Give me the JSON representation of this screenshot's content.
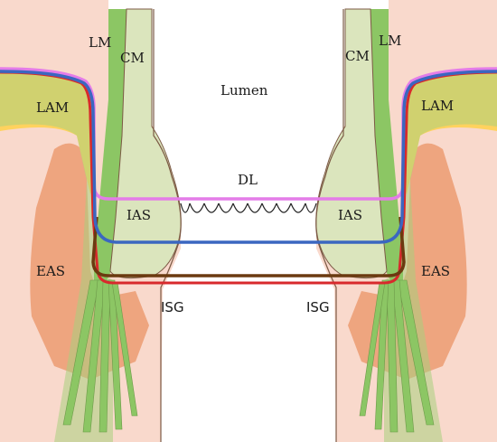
{
  "labels": {
    "lm": "LM",
    "cm": "CM",
    "lumen": "Lumen",
    "lam": "LAM",
    "dl": "DL",
    "ias": "IAS",
    "eas": "EAS",
    "isg": "ISG"
  },
  "colors": {
    "skin": "#f9d9cc",
    "eas": "#eea57f",
    "lam": "#ffd25e",
    "muscle_green": "#8cc664",
    "ias_fill": "#dbe5bd",
    "outline": "#7c5a45",
    "line_pink": "#e47ce8",
    "line_blue": "#3b67c0",
    "line_red": "#d8292c",
    "line_brown": "#6b3a10",
    "lumen": "#ffffff"
  }
}
